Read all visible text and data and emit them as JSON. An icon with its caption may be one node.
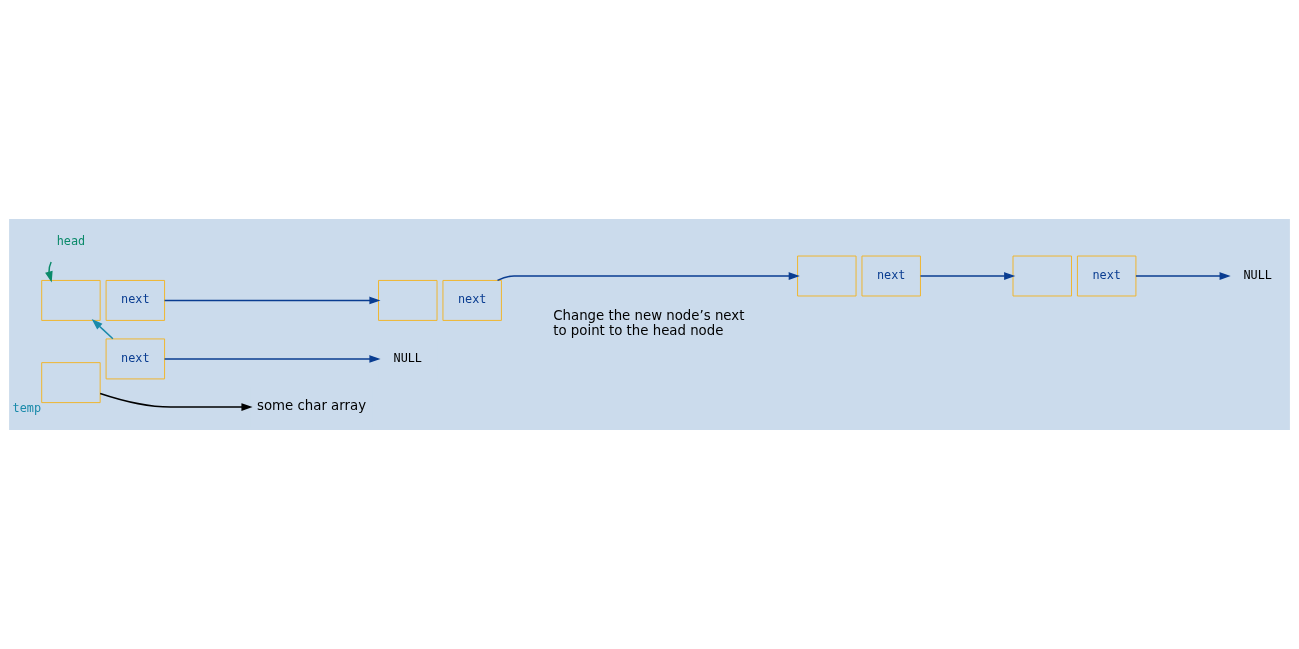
{
  "diagram": {
    "nodes": [
      {
        "text": [
          "head"
        ]
      },
      {
        "text": [],
        "shape": "box"
      },
      {
        "text": [
          "next"
        ]
      },
      {
        "text": [],
        "shape": "box"
      },
      {
        "text": [
          "next"
        ]
      },
      {
        "text": [],
        "shape": "box"
      },
      {
        "text": [
          "next"
        ]
      },
      {
        "text": [],
        "shape": "box"
      },
      {
        "text": [
          "next"
        ]
      },
      {
        "text": [
          "NULL"
        ]
      },
      {
        "text": [],
        "shape": "box",
        "beside": [
          "temp"
        ]
      },
      {
        "text": [
          "next"
        ]
      },
      {
        "text": [
          "NULL"
        ]
      },
      {
        "text": [
          "some char array"
        ]
      }
    ],
    "edges": [
      {
        "from": 0,
        "to": 1,
        "arrow": "to",
        "color": "#0b8a6a"
      },
      {
        "from": 2,
        "to": 3,
        "arrow": "to"
      },
      {
        "from": 4,
        "to": 5,
        "arrow": "to"
      },
      {
        "from": 6,
        "to": 7,
        "arrow": "to"
      },
      {
        "from": 8,
        "to": 9,
        "arrow": "to"
      },
      {
        "from": 11,
        "to": 1,
        "arrow": "to",
        "color": "#1a8aaa"
      },
      {
        "from": 11,
        "to": 12,
        "arrow": "to"
      },
      {
        "from": 10,
        "to": 13,
        "arrow": "to",
        "color": "#000000"
      }
    ],
    "labels": [
      "Change the new node’s next to point to the head node"
    ]
  }
}
